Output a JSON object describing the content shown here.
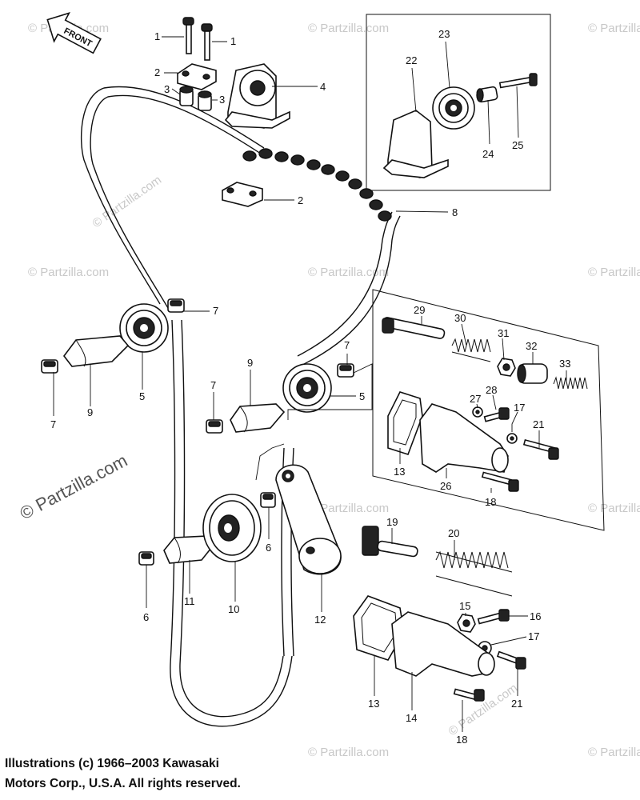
{
  "front_arrow": {
    "label": "FRONT"
  },
  "callouts": {
    "c1a": "1",
    "c1b": "1",
    "c2a": "2",
    "c3a": "3",
    "c3b": "3",
    "c4": "4",
    "c2b": "2",
    "c8": "8",
    "c22": "22",
    "c23": "23",
    "c24": "24",
    "c25": "25",
    "c7a": "7",
    "c9a": "9",
    "c7b": "7",
    "c5a": "5",
    "c7c": "7",
    "c9b": "9",
    "c7d": "7",
    "c5b": "5",
    "c29": "29",
    "c30": "30",
    "c31": "31",
    "c32": "32",
    "c33": "33",
    "c27": "27",
    "c28": "28",
    "c17a": "17",
    "c21a": "21",
    "c13a": "13",
    "c26": "26",
    "c18a": "18",
    "c6a": "6",
    "c19": "19",
    "c20": "20",
    "c6b": "6",
    "c11": "11",
    "c10": "10",
    "c12": "12",
    "c15": "15",
    "c16": "16",
    "c17b": "17",
    "c13b": "13",
    "c14": "14",
    "c21b": "21",
    "c18b": "18"
  },
  "watermarks": {
    "w1": "© Partzilla.com",
    "w2": "© Partzilla.com",
    "w3": "© Partzilla.com",
    "w4": "© Partzilla.com",
    "w5": "© Partzilla.com",
    "w6": "© Partzilla.com",
    "w7": "© Partzilla.com",
    "w8": "© Partzilla.com",
    "w9": "© Partzilla.com",
    "w10": "© Partzilla.com",
    "w11": "© Partzilla.com",
    "w12": "© Partzilla.com",
    "w13": "© Partzilla.com"
  },
  "copyright": {
    "line1": "Illustrations (c) 1966–2003 Kawasaki",
    "line2": "Motors Corp., U.S.A.  All rights reserved."
  }
}
